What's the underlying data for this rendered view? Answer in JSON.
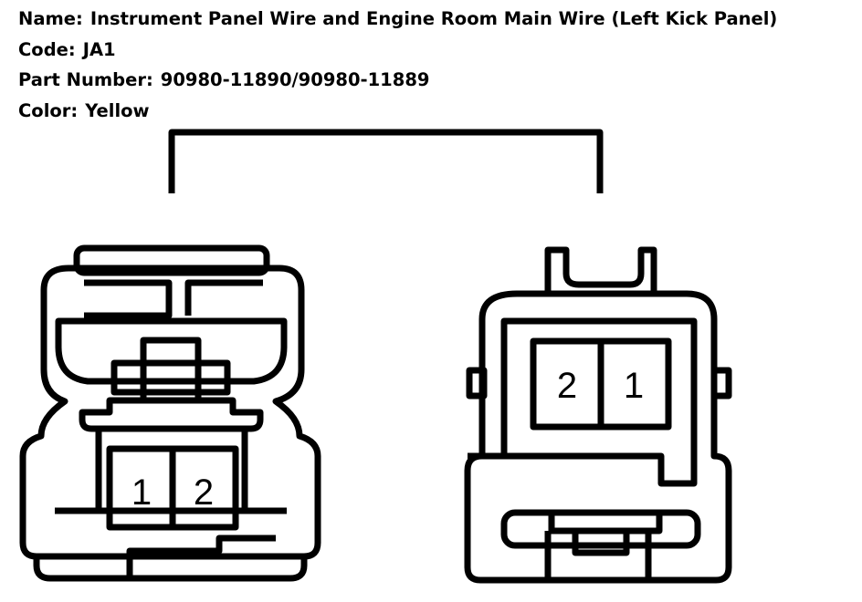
{
  "header": {
    "name_label": "Name:",
    "name_value": "Instrument Panel Wire and Engine Room Main Wire (Left Kick Panel)",
    "code_label": "Code:",
    "code_value": "JA1",
    "part_label": "Part Number:",
    "part_value": "90980-11890/90980-11889",
    "color_label": "Color:",
    "color_value": "Yellow"
  },
  "connectors": {
    "female": {
      "pins": [
        "1",
        "2"
      ]
    },
    "male": {
      "pins": [
        "2",
        "1"
      ]
    }
  }
}
